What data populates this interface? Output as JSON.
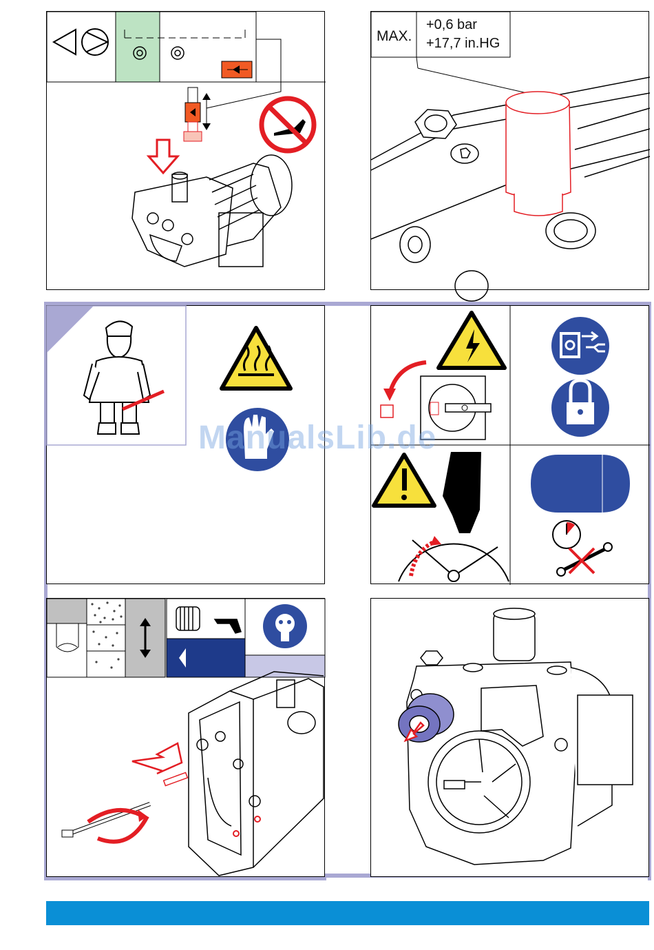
{
  "colors": {
    "frame": "#a9a8d3",
    "footer_bar": "#0a8fd6",
    "warning_yellow": "#f7e03c",
    "mandatory_blue": "#2f4da0",
    "red": "#e31e24",
    "green_fill": "#bde3c3",
    "orange_fill": "#f15a24",
    "gray_fill": "#c0c0c0",
    "navy": "#1e3a8a"
  },
  "max_pressure": {
    "label": "MAX.",
    "value_bar": "+0,6 bar",
    "value_inhg": "+17,7 in.HG"
  },
  "icons": [
    "pump-symbol-icon",
    "no-oil-can-icon",
    "hot-surface-warning-icon",
    "wear-gloves-icon",
    "electrical-hazard-icon",
    "disconnect-plug-icon",
    "padlock-icon",
    "general-warning-icon",
    "wait-timer-icon",
    "no-wrench-icon",
    "wear-respirator-icon",
    "compressed-air-gun-icon"
  ],
  "watermark": "ManualsLib.de"
}
